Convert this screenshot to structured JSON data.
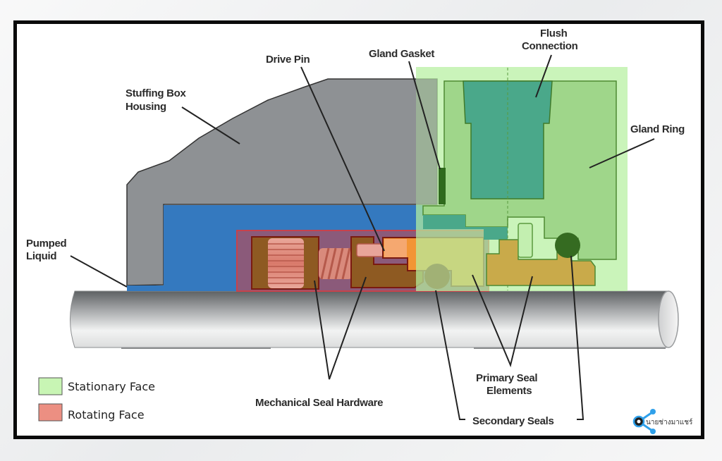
{
  "diagram": {
    "title": "Mechanical Seal Cross-Section",
    "labels": {
      "stuffing_box_line1": "Stuffing Box",
      "stuffing_box_line2": "Housing",
      "drive_pin": "Drive Pin",
      "gland_gasket": "Gland Gasket",
      "flush_line1": "Flush",
      "flush_line2": "Connection",
      "gland_ring": "Gland Ring",
      "pumped_line1": "Pumped",
      "pumped_line2": "Liquid",
      "mech_hardware": "Mechanical Seal Hardware",
      "primary_line1": "Primary Seal",
      "primary_line2": "Elements",
      "secondary_seals": "Secondary Seals"
    },
    "legend": [
      {
        "label": "Stationary Face",
        "color": "#c8f5b4"
      },
      {
        "label": "Rotating Face",
        "color": "#ec8f82"
      }
    ],
    "colors": {
      "housing": "#8e9194",
      "liquid": "#3479bf",
      "stationary_overlay": "#b6f0a0",
      "rotating_overlay": "#c7424c",
      "spring": "#d98a7c",
      "seal_hardware": "#8e5a22",
      "rotating_face": "#f29535",
      "stationary_seat": "#c9aa4a",
      "gland": "#9fd68a",
      "flush": "#4aa88a",
      "oring_rotating": "#6b0f0a",
      "oring_stationary": "#356b21"
    },
    "brand": "นายช่างมาแชร์"
  }
}
